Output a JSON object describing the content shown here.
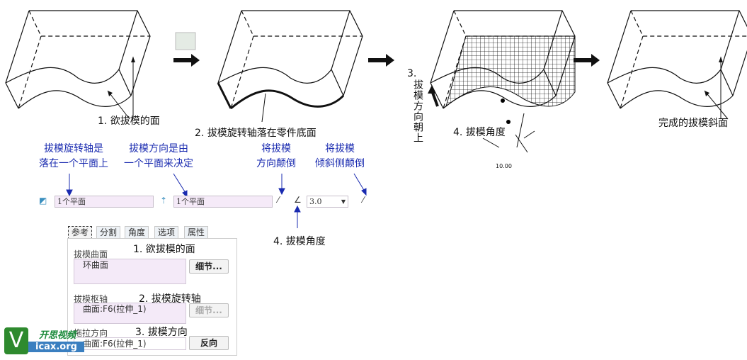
{
  "steps": {
    "s1": "1. 欲拔模的面",
    "s2": "2. 拔模旋转轴落在零件底面",
    "s3_num": "3.",
    "s3": "拔模方向朝上",
    "s4": "4. 拔模角度",
    "s5": "完成的拔模斜面",
    "dim": "10.00"
  },
  "toolbar": {
    "note1": [
      "拔模旋转轴是",
      "落在一个平面上"
    ],
    "note2": [
      "拔模方向是由",
      "一个平面来决定"
    ],
    "note3": [
      "将拔模",
      "方向颠倒"
    ],
    "note4": [
      "将拔模",
      "倾斜侧颠倒"
    ],
    "field1": "1个平面",
    "field2": "1个平面",
    "angle": "3.0",
    "angle_note": "4. 拔模角度"
  },
  "panel": {
    "tabs": [
      "参考",
      "分割",
      "角度",
      "选项",
      "属性"
    ],
    "surface_label": "拔模曲面",
    "surface_value": "环曲面",
    "surface_note": "1. 欲拔模的面",
    "hinge_label": "拔模枢轴",
    "hinge_value": "曲面:F6(拉伸_1)",
    "hinge_note": "2. 拔模旋转轴",
    "pull_label": "拖拉方向",
    "pull_value": "曲面:F6(拉伸_1)",
    "pull_note": "3. 拔模方向",
    "details": "细节...",
    "flip": "反向"
  },
  "watermark": {
    "brand": "开思视频",
    "site": "icax.org"
  }
}
